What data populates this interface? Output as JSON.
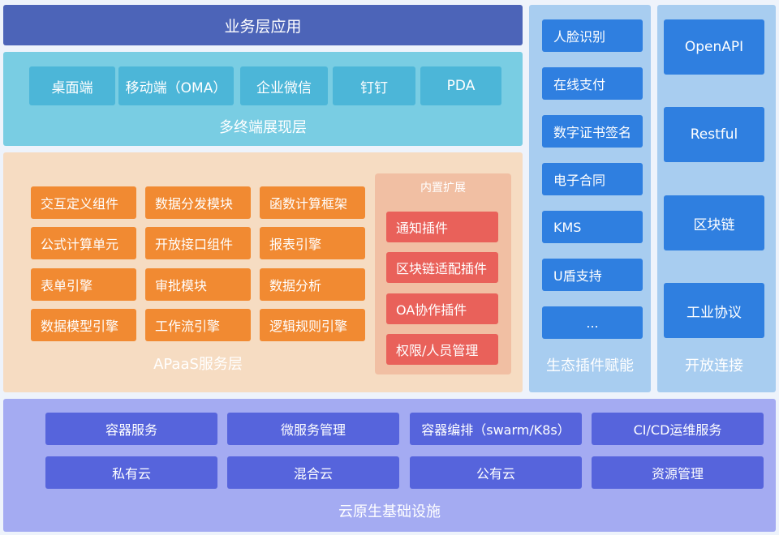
{
  "business_layer": {
    "label": "业务层应用"
  },
  "terminal_layer": {
    "title": "多终端展现层",
    "items": [
      "桌面端",
      "移动端（OMA）",
      "企业微信",
      "钉钉",
      "PDA"
    ]
  },
  "apaas_layer": {
    "title": "APaaS服务层",
    "components": [
      [
        "交互定义组件",
        "数据分发模块",
        "函数计算框架"
      ],
      [
        "公式计算单元",
        "开放接口组件",
        "报表引擎"
      ],
      [
        "表单引擎",
        "审批模块",
        "数据分析"
      ],
      [
        "数据模型引擎",
        "工作流引擎",
        "逻辑规则引擎"
      ]
    ],
    "builtin": {
      "title": "内置扩展",
      "items": [
        "通知插件",
        "区块链适配插件",
        "OA协作插件",
        "权限/人员管理"
      ]
    }
  },
  "eco_plugins": {
    "title": "生态插件赋能",
    "items": [
      "人脸识别",
      "在线支付",
      "数字证书签名",
      "电子合同",
      "KMS",
      "U盾支持",
      "..."
    ]
  },
  "open_connect": {
    "title": "开放连接",
    "items": [
      "OpenAPI",
      "Restful",
      "区块链",
      "工业协议"
    ]
  },
  "cloud_layer": {
    "title": "云原生基础设施",
    "items": [
      [
        "容器服务",
        "微服务管理",
        "容器编排（swarm/K8s）",
        "CI/CD运维服务"
      ],
      [
        "私有云",
        "混合云",
        "公有云",
        "资源管理"
      ]
    ]
  }
}
